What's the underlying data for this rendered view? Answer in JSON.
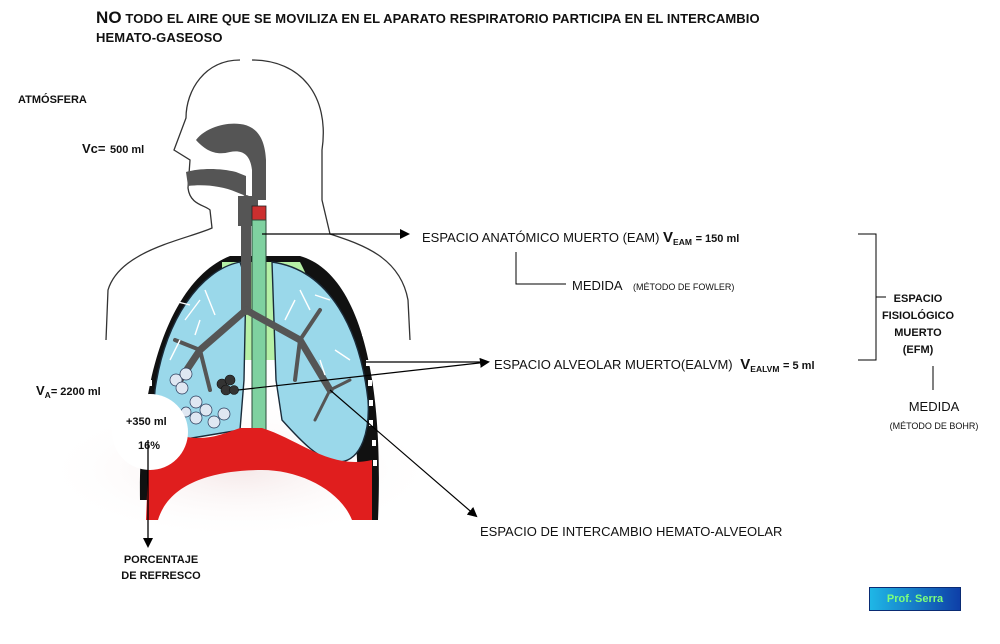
{
  "title": {
    "no": "NO",
    "rest": "TODO EL AIRE QUE SE MOVILIZA EN EL APARATO RESPIRATORIO PARTICIPA EN EL INTERCAMBIO",
    "line2": "HEMATO-GASEOSO"
  },
  "atmosfera": "ATMÓSFERA",
  "vc": {
    "label": "Vc=",
    "value": "500 ml"
  },
  "va": {
    "v": "V",
    "sub": "A",
    "value": "= 2200 ml"
  },
  "refresh": {
    "amount": "+350 ml",
    "percent": "16%",
    "label_line1": "PORCENTAJE",
    "label_line2": "DE REFRESCO"
  },
  "eam": {
    "text": "ESPACIO ANATÓMICO MUERTO (EAM)",
    "v": "V",
    "sub": "EAM",
    "value": "= 150 ml"
  },
  "medida_fowler": {
    "label": "MEDIDA",
    "method": "(MÉTODO DE FOWLER)"
  },
  "ealvm": {
    "text": "ESPACIO ALVEOLAR MUERTO(EALVM)",
    "v": "V",
    "sub": "EALVM",
    "value": "= 5 ml"
  },
  "efm": {
    "line1": "ESPACIO",
    "line2": "FISIOLÓGICO",
    "line3": "MUERTO",
    "line4": "(EFM)"
  },
  "medida_bohr": {
    "label": "MEDIDA",
    "method": "(MÉTODO DE BOHR)"
  },
  "intercambio": "ESPACIO DE INTERCAMBIO HEMATO-ALVEOLAR",
  "author": "Prof. Serra",
  "colors": {
    "lung": "#9ad8ea",
    "diaphragm": "#e01e1e",
    "airway": "#555555",
    "trachea": "#7fd1a0",
    "mediastinum": "#b6f0a6",
    "badge_text": "#7cff7c"
  }
}
